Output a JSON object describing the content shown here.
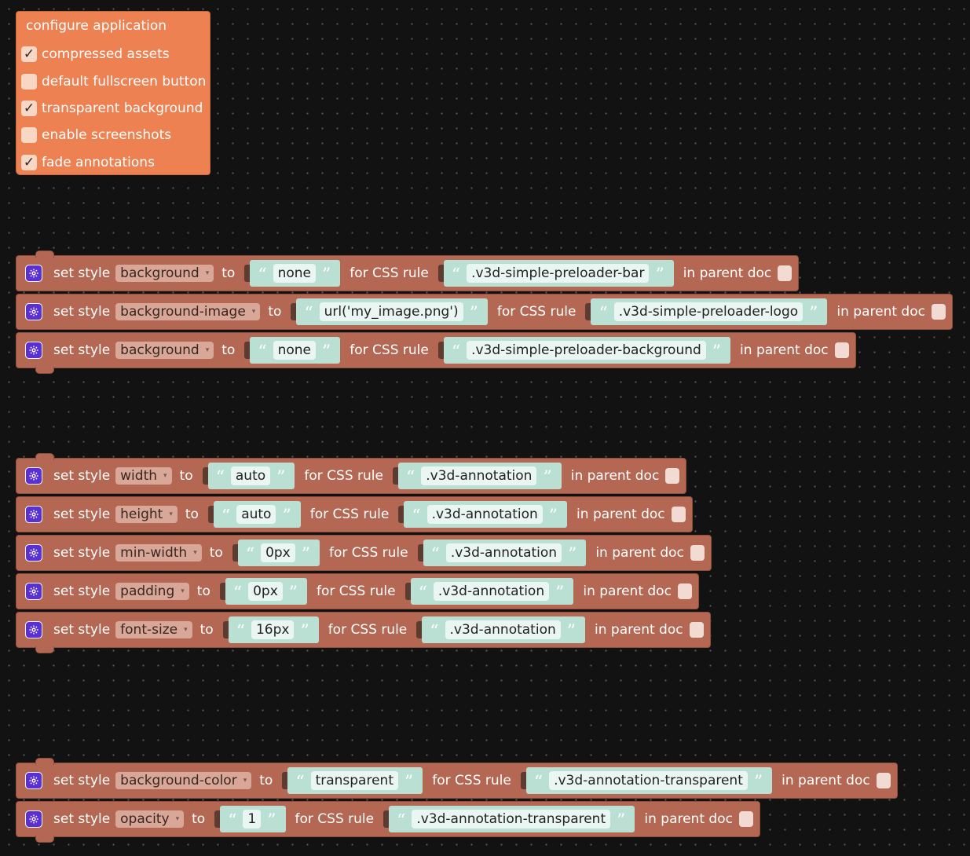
{
  "configure": {
    "title": "configure application",
    "options": [
      {
        "label": "compressed assets",
        "checked": true
      },
      {
        "label": "default fullscreen button",
        "checked": false
      },
      {
        "label": "transparent background",
        "checked": true
      },
      {
        "label": "enable screenshots",
        "checked": false
      },
      {
        "label": "fade annotations",
        "checked": true
      }
    ]
  },
  "labels": {
    "set_style": "set style",
    "to": "to",
    "for_css_rule": "for CSS rule",
    "in_parent_doc": "in parent doc",
    "check": "✓",
    "open_quote": "“",
    "close_quote": "”",
    "dropdown_arrow": "▾"
  },
  "groups": [
    [
      {
        "prop": "background",
        "value": "none",
        "rule": ".v3d-simple-preloader-bar"
      },
      {
        "prop": "background-image",
        "value": "url('my_image.png')",
        "rule": ".v3d-simple-preloader-logo"
      },
      {
        "prop": "background",
        "value": "none",
        "rule": ".v3d-simple-preloader-background"
      }
    ],
    [
      {
        "prop": "width",
        "value": "auto",
        "rule": ".v3d-annotation"
      },
      {
        "prop": "height",
        "value": "auto",
        "rule": ".v3d-annotation"
      },
      {
        "prop": "min-width",
        "value": "0px",
        "rule": ".v3d-annotation"
      },
      {
        "prop": "padding",
        "value": "0px",
        "rule": ".v3d-annotation"
      },
      {
        "prop": "font-size",
        "value": "16px",
        "rule": ".v3d-annotation"
      }
    ],
    [
      {
        "prop": "background-color",
        "value": "transparent",
        "rule": ".v3d-annotation-transparent"
      },
      {
        "prop": "opacity",
        "value": "1",
        "rule": ".v3d-annotation-transparent"
      }
    ]
  ],
  "colors": {
    "canvas": "#121212",
    "config_block": "#ee8152",
    "style_block": "#b46853",
    "text_block": "#b9e0d3",
    "gear": "#5b2fd1"
  }
}
